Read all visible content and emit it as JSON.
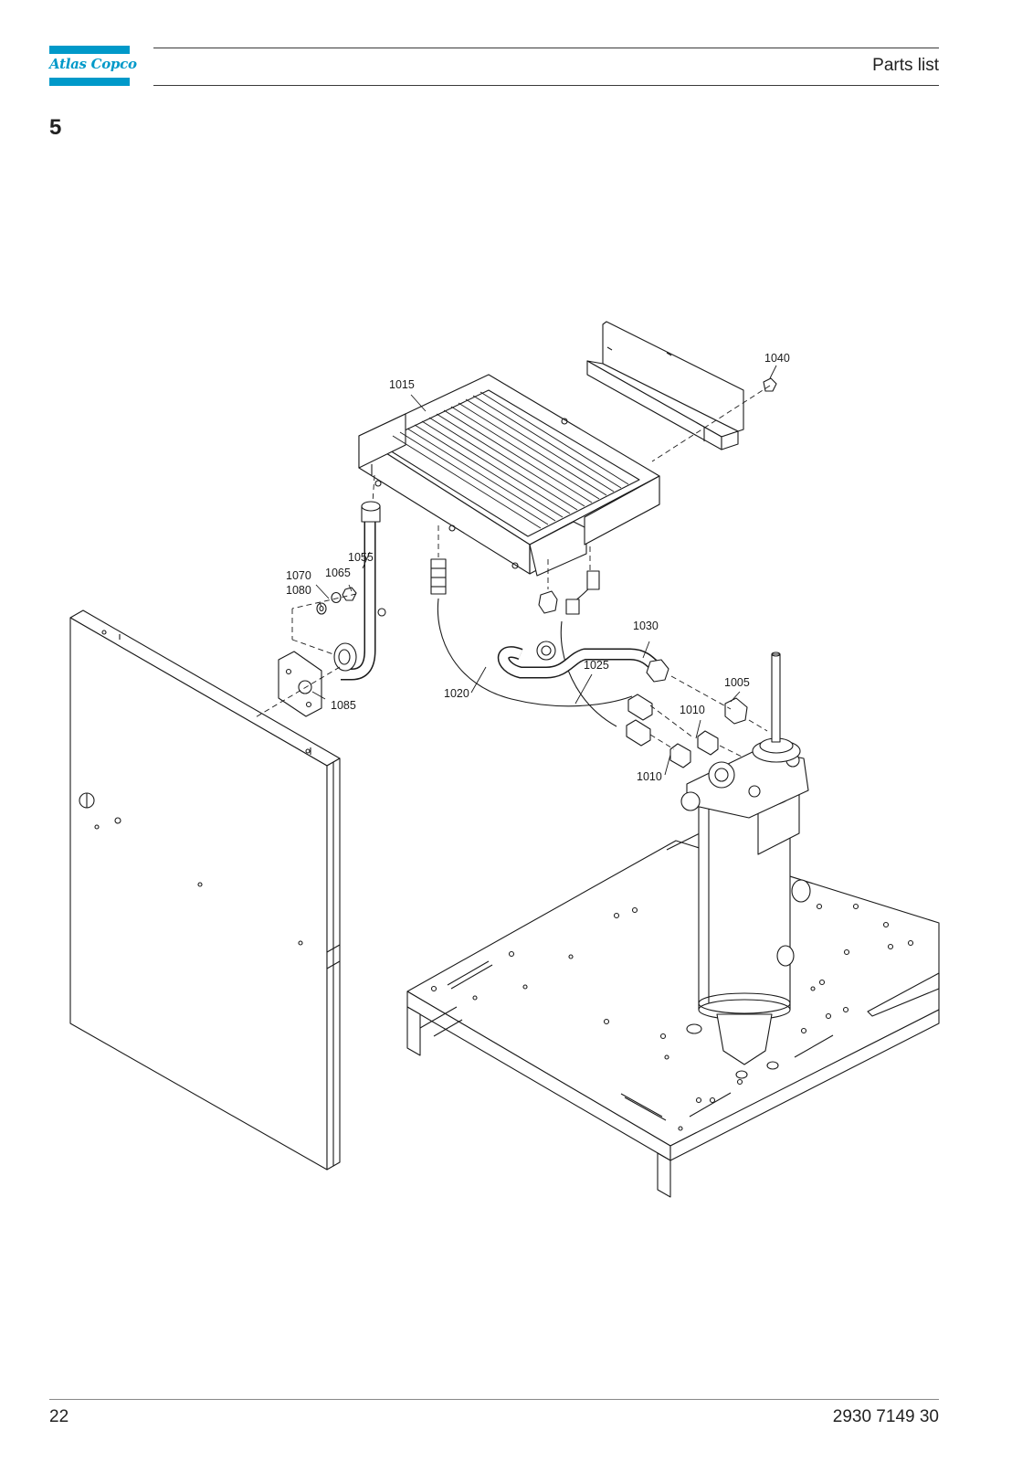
{
  "header": {
    "logo_text": "Atlas Copco",
    "title": "Parts list"
  },
  "section_number": "5",
  "figure": {
    "callouts": [
      "1040",
      "1015",
      "1055",
      "1065",
      "1070",
      "1080",
      "1085",
      "1030",
      "1025",
      "1020",
      "1005",
      "1010",
      "1010"
    ]
  },
  "footer": {
    "page_number": "22",
    "document_number": "2930 7149 30"
  },
  "colors": {
    "brand": "#0099c9",
    "line": "#1a1a1a"
  }
}
